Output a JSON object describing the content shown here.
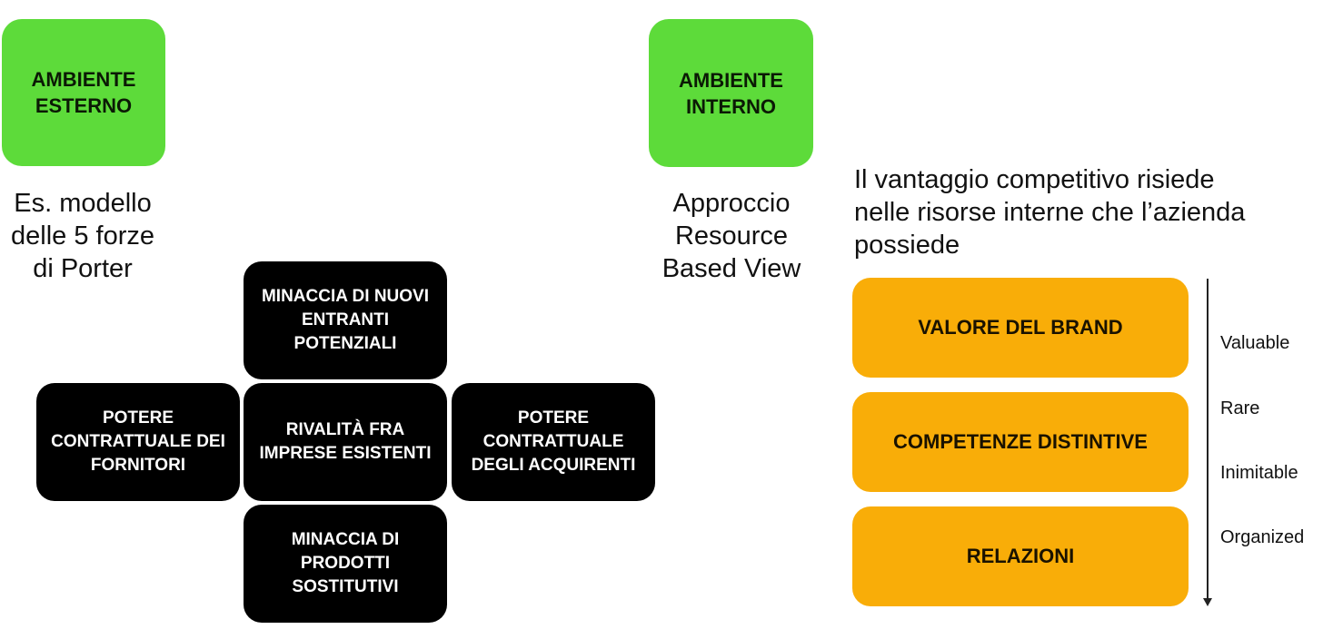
{
  "external": {
    "title": "AMBIENTE\nESTERNO",
    "caption": "Es. modello\ndelle 5 forze\ndi Porter"
  },
  "internal": {
    "title": "AMBIENTE\nINTERNO",
    "caption": "Approccio\nResource\nBased View",
    "statement": "Il vantaggio competitivo risiede\nnelle risorse interne che l’azienda\npossiede"
  },
  "porter_forces": {
    "top": "MINACCIA DI NUOVI\nENTRANTI\nPOTENZIALI",
    "left": "POTERE\nCONTRATTUALE DEI\nFORNITORI",
    "center": "RIVALITÀ FRA\nIMPRESE ESISTENTI",
    "right": "POTERE\nCONTRATTUALE\nDEGLI ACQUIRENTI",
    "bottom": "MINACCIA DI\nPRODOTTI\nSOSTITUTIVI"
  },
  "resources": [
    {
      "label": "VALORE DEL BRAND"
    },
    {
      "label": "COMPETENZE DISTINTIVE"
    },
    {
      "label": "RELAZIONI"
    }
  ],
  "vrio": [
    "Valuable",
    "Rare",
    "Inimitable",
    "Organized"
  ],
  "colors": {
    "green_box": "#5ddb3a",
    "force_box": "#000000",
    "resource_box": "#f9ad08"
  }
}
